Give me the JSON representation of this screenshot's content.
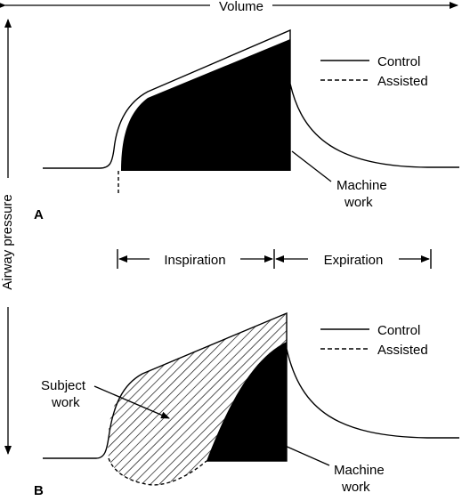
{
  "axes": {
    "top_label": "Volume",
    "left_label": "Airway pressure"
  },
  "panel_a": {
    "letter": "A",
    "legend": {
      "control": "Control",
      "assisted": "Assisted"
    },
    "machine_work": [
      "Machine",
      "work"
    ]
  },
  "phases": {
    "inspiration": "Inspiration",
    "expiration": "Expiration"
  },
  "panel_b": {
    "letter": "B",
    "legend": {
      "control": "Control",
      "assisted": "Assisted"
    },
    "subject_work": [
      "Subject",
      "work"
    ],
    "machine_work": [
      "Machine",
      "work"
    ]
  }
}
